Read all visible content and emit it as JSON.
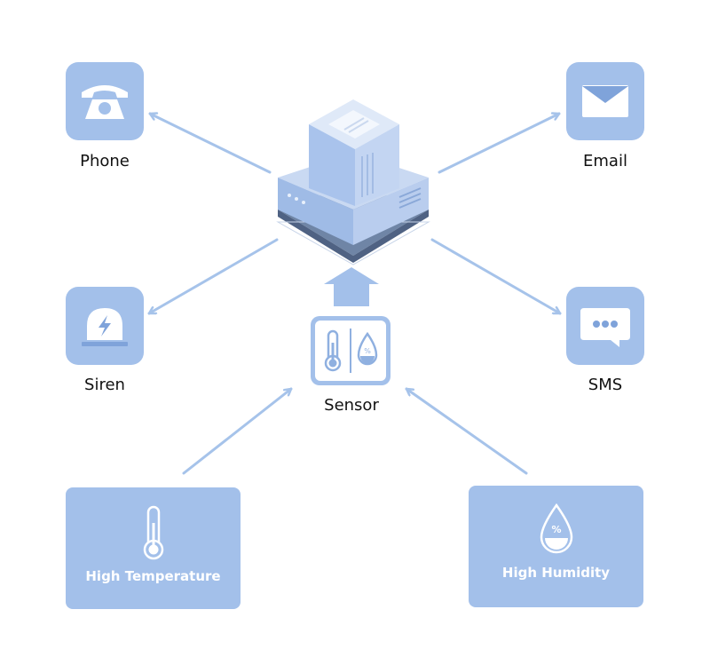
{
  "colors": {
    "tile": "#a3c0ea",
    "arrow": "#a6c3ea",
    "icon": "#ffffff",
    "accent": "#7fa3da"
  },
  "nodes": {
    "phone": {
      "label": "Phone",
      "icon": "telephone-icon"
    },
    "email": {
      "label": "Email",
      "icon": "envelope-icon"
    },
    "siren": {
      "label": "Siren",
      "icon": "siren-icon"
    },
    "sms": {
      "label": "SMS",
      "icon": "chat-bubble-icon"
    },
    "sensor": {
      "label": "Sensor",
      "icon": "thermometer-humidity-icon"
    },
    "server": {
      "icon": "server-box-icon"
    },
    "high_temperature": {
      "label": "High Temperature",
      "icon": "thermometer-icon"
    },
    "high_humidity": {
      "label": "High Humidity",
      "icon": "humidity-drop-icon"
    }
  }
}
